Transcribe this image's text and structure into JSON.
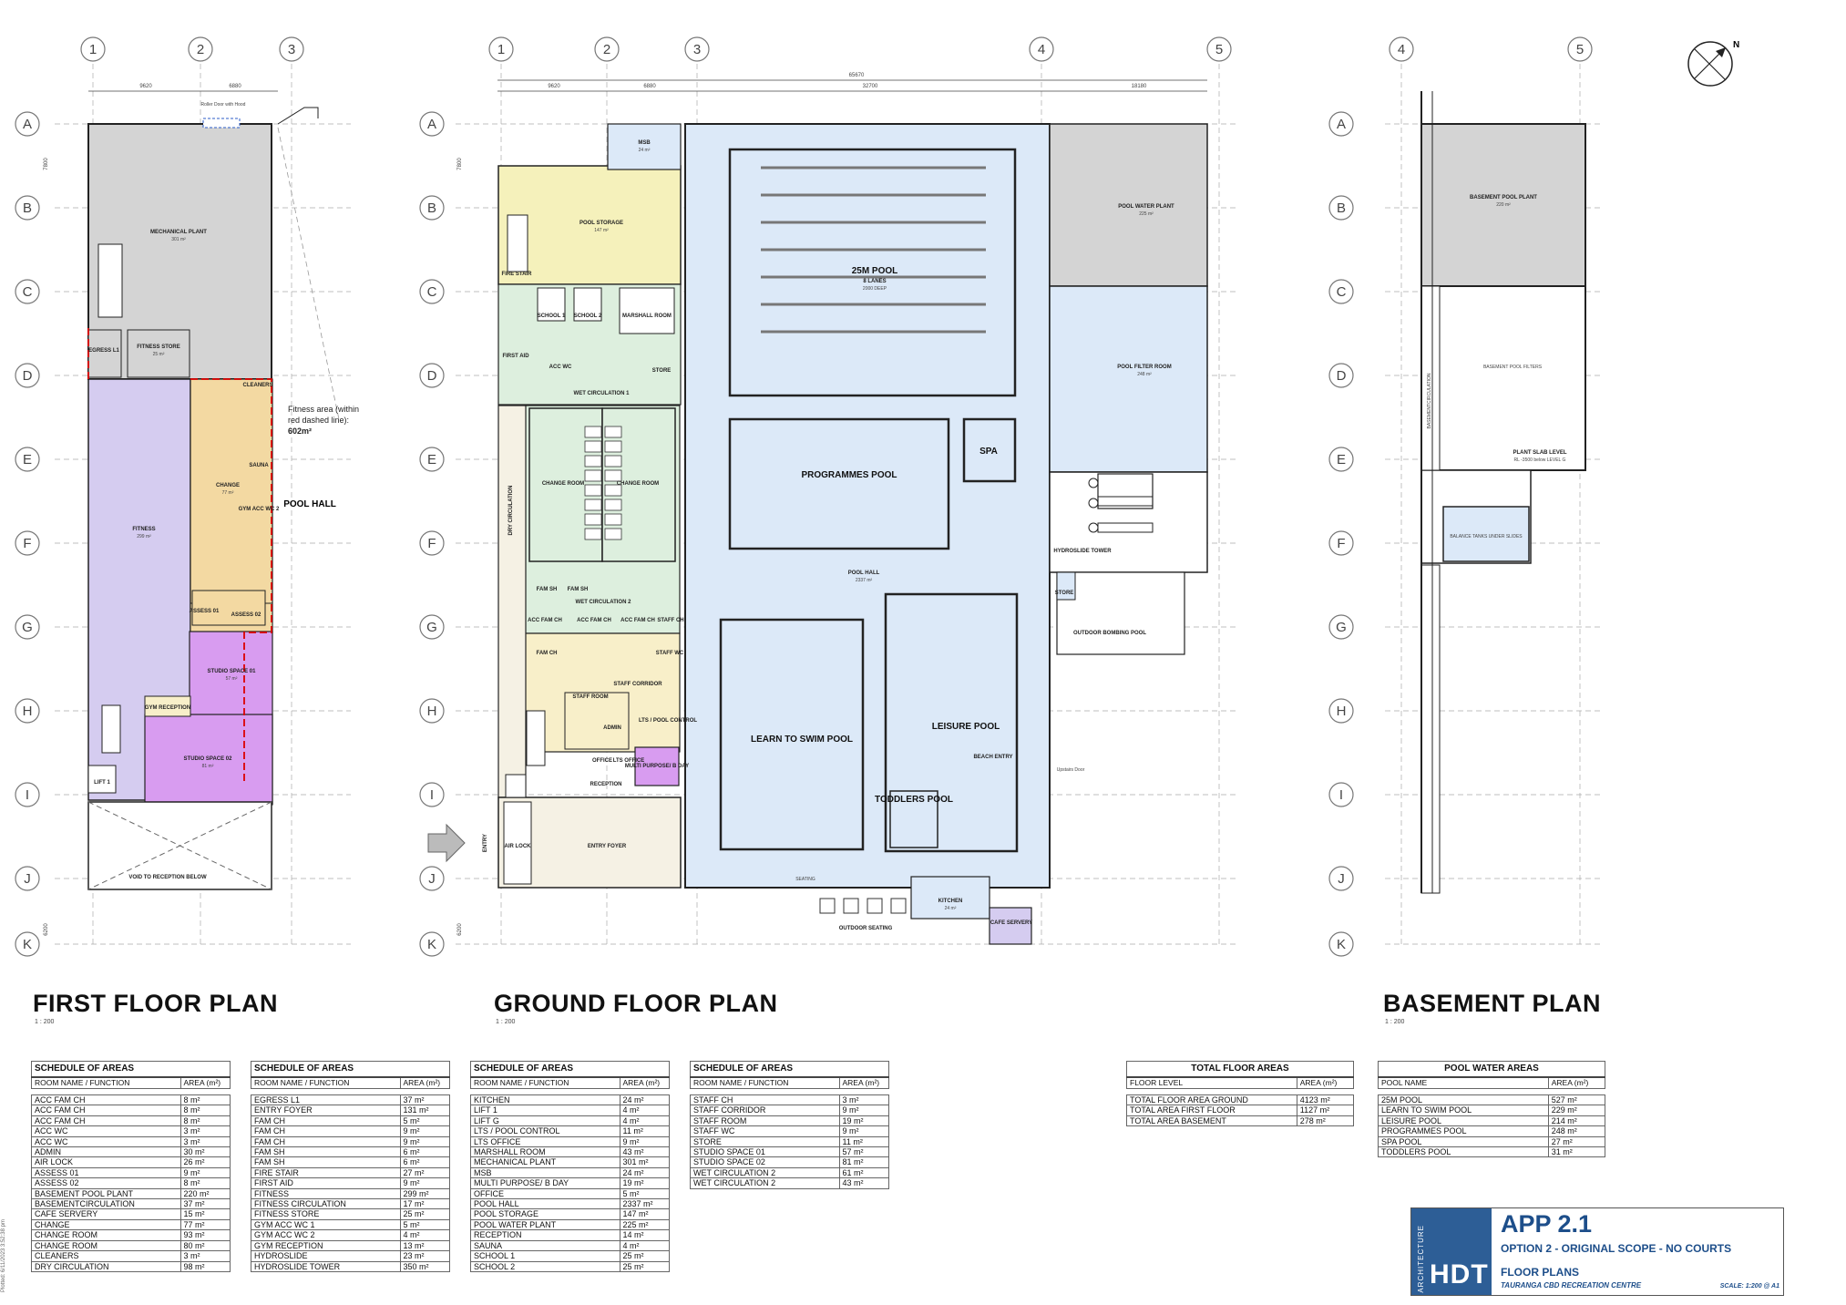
{
  "plans": {
    "first": {
      "title": "FIRST FLOOR PLAN",
      "scale": "1 : 200"
    },
    "ground": {
      "title": "GROUND FLOOR PLAN",
      "scale": "1 : 200"
    },
    "basement": {
      "title": "BASEMENT PLAN",
      "scale": "1 : 200"
    }
  },
  "grid": {
    "rows": [
      "A",
      "B",
      "C",
      "D",
      "E",
      "F",
      "G",
      "H",
      "I",
      "J",
      "K"
    ],
    "cols": [
      "1",
      "2",
      "3",
      "4",
      "5"
    ]
  },
  "dims": {
    "overall": "65670",
    "d1": "9620",
    "d2": "6880",
    "d3": "32700",
    "d4": "18180",
    "row": "7800",
    "last_row": "6200"
  },
  "first_rooms": {
    "mech": "MECHANICAL PLANT",
    "mech_a": "301 m²",
    "egress": "EGRESS L1",
    "fitness_store": "FITNESS STORE",
    "fitness_store_a": "25 m²",
    "fitness": "FITNESS",
    "fitness_a": "299 m²",
    "cleaners": "CLEANERS",
    "change": "CHANGE",
    "change_a": "77 m²",
    "sauna": "SAUNA",
    "gym_wc": "GYM ACC WC 2",
    "assess1": "ASSESS 01",
    "assess2": "ASSESS 02",
    "studio1": "STUDIO SPACE 01",
    "studio1_a": "57 m²",
    "studio2": "STUDIO SPACE 02",
    "studio2_a": "81 m²",
    "gym_rec": "GYM RECEPTION",
    "void": "VOID TO RECEPTION BELOW",
    "lift": "LIFT 1",
    "pool_hall": "POOL HALL",
    "note1": "Fitness area (within",
    "note2": "red dashed line):",
    "note3": "602m²",
    "rollup": "Roller Door with Hood"
  },
  "ground_rooms": {
    "msb": "MSB",
    "msb_a": "24 m²",
    "pool_storage": "POOL STORAGE",
    "pool_storage_a": "147 m²",
    "fire_stair": "FIRE STAIR",
    "school1": "SCHOOL 1",
    "school2": "SCHOOL 2",
    "marshall": "MARSHALL ROOM",
    "first_aid": "FIRST AID",
    "acc_wc": "ACC WC",
    "store": "STORE",
    "wet_circ1": "WET CIRCULATION 1",
    "wet_circ2": "WET CIRCULATION 2",
    "change_room": "CHANGE ROOM",
    "dry_circ": "DRY CIRCULATION",
    "fam_sh": "FAM SH",
    "acc_fam_ch": "ACC FAM CH",
    "fam_ch": "FAM CH",
    "staff_wc": "STAFF WC",
    "staff_ch": "STAFF CH",
    "staff_room": "STAFF ROOM",
    "staff_corridor": "STAFF CORRIDOR",
    "admin": "ADMIN",
    "lts": "LTS / POOL CONTROL",
    "office": "OFFICE",
    "lts_office": "LTS OFFICE",
    "multi": "MULTI PURPOSE/ B DAY",
    "reception": "RECEPTION",
    "air_lock": "AIR LOCK",
    "entry_foyer": "ENTRY FOYER",
    "entry": "ENTRY",
    "pool25": "25M POOL",
    "lanes": "8 LANES",
    "depth2": "2000 DEEP",
    "programmes": "PROGRAMMES POOL",
    "spa": "SPA",
    "pool_hall": "POOL HALL",
    "pool_hall_a": "2337 m²",
    "learn": "LEARN TO SWIM POOL",
    "leisure": "LEISURE POOL",
    "toddlers": "TODDLERS POOL",
    "beach": "BEACH ENTRY",
    "pool_water": "POOL WATER PLANT",
    "pool_water_a": "225 m²",
    "pool_filter": "POOL FILTER ROOM",
    "pool_filter_a": "248 m²",
    "hydroslide": "HYDROSLIDE TOWER",
    "hydro_store": "STORE",
    "bombing": "OUTDOOR BOMBING POOL",
    "kitchen": "KITCHEN",
    "kitchen_a": "24 m²",
    "cafe": "CAFE SERVERY",
    "outdoor_seating": "OUTDOOR SEATING",
    "seating": "SEATING",
    "upstairs": "Upstairs Door"
  },
  "basement_rooms": {
    "plant": "BASEMENT POOL PLANT",
    "plant_a": "220 m²",
    "filters": "BASEMENT POOL FILTERS",
    "circ": "BASEMENTCIRCULATION",
    "slab1": "PLANT SLAB LEVEL",
    "slab2": "RL -3500 below LEVEL G",
    "balance": "BALANCE TANKS UNDER SLIDES"
  },
  "schedule_heading": "SCHEDULE OF AREAS",
  "col_room": "ROOM NAME / FUNCTION",
  "col_area": "AREA (m²)",
  "schedules": [
    {
      "rows": [
        {
          "name": "ACC FAM CH",
          "area": "8 m²"
        },
        {
          "name": "ACC FAM CH",
          "area": "8 m²"
        },
        {
          "name": "ACC FAM CH",
          "area": "8 m²"
        },
        {
          "name": "ACC WC",
          "area": "3 m²"
        },
        {
          "name": "ACC WC",
          "area": "3 m²"
        },
        {
          "name": "ADMIN",
          "area": "30 m²"
        },
        {
          "name": "AIR LOCK",
          "area": "26 m²"
        },
        {
          "name": "ASSESS 01",
          "area": "9 m²"
        },
        {
          "name": "ASSESS 02",
          "area": "8 m²"
        },
        {
          "name": "BASEMENT POOL PLANT",
          "area": "220 m²"
        },
        {
          "name": "BASEMENTCIRCULATION",
          "area": "37 m²"
        },
        {
          "name": "CAFE SERVERY",
          "area": "15 m²"
        },
        {
          "name": "CHANGE",
          "area": "77 m²"
        },
        {
          "name": "CHANGE ROOM",
          "area": "93 m²"
        },
        {
          "name": "CHANGE ROOM",
          "area": "80 m²"
        },
        {
          "name": "CLEANERS",
          "area": "3 m²"
        },
        {
          "name": "DRY CIRCULATION",
          "area": "98 m²"
        }
      ]
    },
    {
      "rows": [
        {
          "name": "EGRESS L1",
          "area": "37 m²"
        },
        {
          "name": "ENTRY FOYER",
          "area": "131 m²"
        },
        {
          "name": "FAM CH",
          "area": "5 m²"
        },
        {
          "name": "FAM CH",
          "area": "9 m²"
        },
        {
          "name": "FAM CH",
          "area": "9 m²"
        },
        {
          "name": "FAM SH",
          "area": "6 m²"
        },
        {
          "name": "FAM SH",
          "area": "6 m²"
        },
        {
          "name": "FIRE STAIR",
          "area": "27 m²"
        },
        {
          "name": "FIRST AID",
          "area": "9 m²"
        },
        {
          "name": "FITNESS",
          "area": "299 m²"
        },
        {
          "name": "FITNESS CIRCULATION",
          "area": "17 m²"
        },
        {
          "name": "FITNESS STORE",
          "area": "25 m²"
        },
        {
          "name": "GYM ACC WC 1",
          "area": "5 m²"
        },
        {
          "name": "GYM ACC WC 2",
          "area": "4 m²"
        },
        {
          "name": "GYM RECEPTION",
          "area": "13 m²"
        },
        {
          "name": "HYDROSLIDE",
          "area": "23 m²"
        },
        {
          "name": "HYDROSLIDE TOWER",
          "area": "350 m²"
        }
      ]
    },
    {
      "rows": [
        {
          "name": "KITCHEN",
          "area": "24 m²"
        },
        {
          "name": "LIFT 1",
          "area": "4 m²"
        },
        {
          "name": "LIFT G",
          "area": "4 m²"
        },
        {
          "name": "LTS / POOL CONTROL",
          "area": "11 m²"
        },
        {
          "name": "LTS OFFICE",
          "area": "9 m²"
        },
        {
          "name": "MARSHALL ROOM",
          "area": "43 m²"
        },
        {
          "name": "MECHANICAL PLANT",
          "area": "301 m²"
        },
        {
          "name": "MSB",
          "area": "24 m²"
        },
        {
          "name": "MULTI PURPOSE/ B DAY",
          "area": "19 m²"
        },
        {
          "name": "OFFICE",
          "area": "5 m²"
        },
        {
          "name": "POOL HALL",
          "area": "2337 m²"
        },
        {
          "name": "POOL STORAGE",
          "area": "147 m²"
        },
        {
          "name": "POOL WATER PLANT",
          "area": "225 m²"
        },
        {
          "name": "RECEPTION",
          "area": "14 m²"
        },
        {
          "name": "SAUNA",
          "area": "4 m²"
        },
        {
          "name": "SCHOOL 1",
          "area": "25 m²"
        },
        {
          "name": "SCHOOL 2",
          "area": "25 m²"
        }
      ]
    },
    {
      "rows": [
        {
          "name": "STAFF CH",
          "area": "3 m²"
        },
        {
          "name": "STAFF CORRIDOR",
          "area": "9 m²"
        },
        {
          "name": "STAFF ROOM",
          "area": "19 m²"
        },
        {
          "name": "STAFF WC",
          "area": "9 m²"
        },
        {
          "name": "STORE",
          "area": "11 m²"
        },
        {
          "name": "STUDIO SPACE 01",
          "area": "57 m²"
        },
        {
          "name": "STUDIO SPACE 02",
          "area": "81 m²"
        },
        {
          "name": "WET CIRCULATION 2",
          "area": "61 m²"
        },
        {
          "name": "WET CIRCULATION 2",
          "area": "43 m²"
        }
      ]
    }
  ],
  "total": {
    "heading": "TOTAL FLOOR AREAS",
    "col_level": "FLOOR LEVEL",
    "col_area": "AREA (m²)",
    "rows": [
      {
        "name": "TOTAL FLOOR AREA GROUND",
        "area": "4123 m²"
      },
      {
        "name": "TOTAL AREA FIRST FLOOR",
        "area": "1127 m²"
      },
      {
        "name": "TOTAL AREA BASEMENT",
        "area": "278 m²"
      }
    ]
  },
  "pool_water": {
    "heading": "POOL WATER AREAS",
    "col_name": "POOL NAME",
    "col_area": "AREA (m²)",
    "rows": [
      {
        "name": "25M POOL",
        "area": "527 m²"
      },
      {
        "name": "LEARN TO SWIM POOL",
        "area": "229 m²"
      },
      {
        "name": "LEISURE POOL",
        "area": "214 m²"
      },
      {
        "name": "PROGRAMMES POOL",
        "area": "248 m²"
      },
      {
        "name": "SPA POOL",
        "area": "27 m²"
      },
      {
        "name": "TODDLERS POOL",
        "area": "31 m²"
      }
    ]
  },
  "title_block": {
    "architecture": "ARCHITECTURE",
    "logo": "HDT",
    "app": "APP 2.1",
    "option": "OPTION 2 - ORIGINAL SCOPE - NO COURTS",
    "sheet": "FLOOR PLANS",
    "project": "TAURANGA CBD RECREATION CENTRE",
    "scale": "SCALE: 1:200 @ A1"
  },
  "plotted": "Plotted: 6/11/2023 3:52:38 pm",
  "colors": {
    "grey": "#d4d4d4",
    "pool_blue": "#dce9f8",
    "fitness_purple": "#d5ccf0",
    "studio_purple": "#d89cf0",
    "changing_tan": "#f3d9a2",
    "storage_yellow": "#f5f1bb",
    "wet_green": "#ddefde",
    "admin_cream": "#f8efc9",
    "foyer_beige": "#f5f1e4",
    "brand_blue": "#2d5e96"
  }
}
